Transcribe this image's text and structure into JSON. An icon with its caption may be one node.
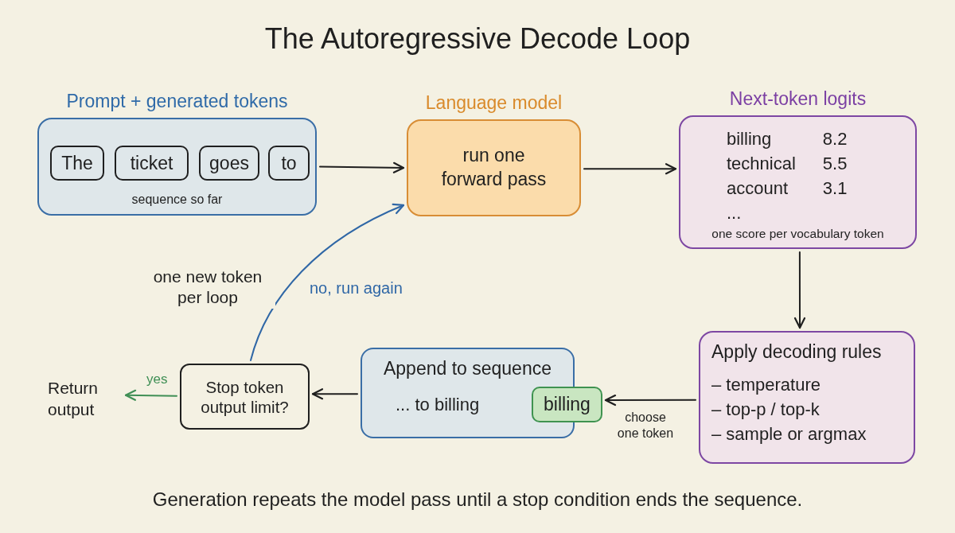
{
  "diagram": {
    "title": "The Autoregressive Decode Loop",
    "caption": "Generation repeats the model pass until a stop condition ends the sequence.",
    "nodes": [
      {
        "text": [
          "Prompt + generated tokens",
          "sequence so far"
        ]
      },
      {
        "text": [
          "The"
        ],
        "in": 0
      },
      {
        "text": [
          "ticket"
        ],
        "in": 0
      },
      {
        "text": [
          "goes"
        ],
        "in": 0
      },
      {
        "text": [
          "to"
        ],
        "in": 0
      },
      {
        "text": [
          "Language model",
          "run one forward pass"
        ]
      },
      {
        "text": [
          "Next-token logits",
          "billing",
          "8.2",
          "technical",
          "5.5",
          "account",
          "3.1",
          "...",
          "one score per vocabulary token"
        ]
      },
      {
        "text": [
          "Apply decoding rules",
          "– temperature",
          "– top-p / top-k",
          "– sample or argmax"
        ]
      },
      {
        "text": [
          "Append to sequence",
          "... to billing"
        ]
      },
      {
        "text": [
          "billing"
        ]
      },
      {
        "text": [
          "Stop token output limit?"
        ]
      },
      {
        "text": [
          "Return output"
        ]
      }
    ],
    "edges": [
      {
        "from": 0,
        "to": 5,
        "arrow": "to"
      },
      {
        "from": 5,
        "to": 6,
        "arrow": "to"
      },
      {
        "from": 6,
        "to": 7,
        "arrow": "to"
      },
      {
        "from": 7,
        "to": 9,
        "arrow": "to",
        "label": "choose one token"
      },
      {
        "from": 8,
        "to": 10,
        "arrow": "to"
      },
      {
        "from": 10,
        "to": 11,
        "arrow": "to",
        "label": "yes",
        "color": "#3f8f55"
      },
      {
        "from": 10,
        "to": 5,
        "arrow": "to",
        "label": "no, run again",
        "color": "#2f67a6"
      }
    ],
    "labels": [
      "one new token per loop"
    ]
  }
}
